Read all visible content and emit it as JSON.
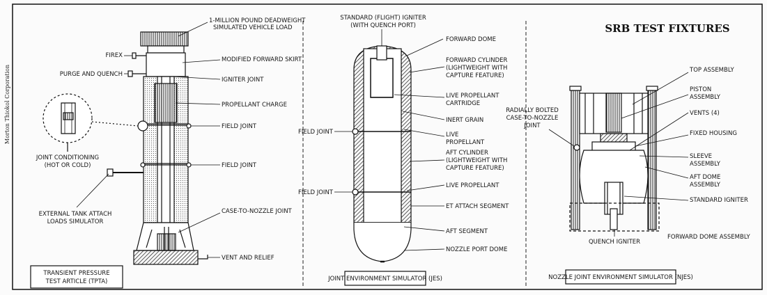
{
  "title": "SRB TEST FIXTURES",
  "side_credit": "Morton Thiokol Corporation",
  "tpta": {
    "caption_line1": "TRANSIENT PRESSURE",
    "caption_line2": "TEST ARTICLE (TPTA)",
    "labels": {
      "deadweight_1": "1-MILLION POUND DEADWEIGHT",
      "deadweight_2": "SIMULATED VEHICLE LOAD",
      "firex": "FIREX",
      "modified_skirt": "MODIFIED FORWARD SKIRT",
      "purge_quench": "PURGE AND QUENCH",
      "igniter_joint": "IGNITER JOINT",
      "propellant_charge": "PROPELLANT CHARGE",
      "field_joint_1": "FIELD JOINT",
      "field_joint_2": "FIELD JOINT",
      "joint_conditioning_1": "JOINT CONDITIONING",
      "joint_conditioning_2": "(HOT OR COLD)",
      "et_attach_1": "EXTERNAL TANK ATTACH",
      "et_attach_2": "LOADS SIMULATOR",
      "case_to_nozzle": "CASE-TO-NOZZLE JOINT",
      "vent_relief": "VENT AND RELIEF"
    }
  },
  "jes": {
    "caption": "JOINT ENVIRONMENT SIMULATOR (JES)",
    "labels": {
      "igniter_1": "STANDARD (FLIGHT) IGNITER",
      "igniter_2": "(WITH QUENCH PORT)",
      "forward_dome": "FORWARD DOME",
      "forward_cyl_1": "FORWARD CYLINDER",
      "forward_cyl_2": "(LIGHTWEIGHT WITH",
      "forward_cyl_3": "CAPTURE FEATURE)",
      "live_cartridge_1": "LIVE PROPELLANT",
      "live_cartridge_2": "CARTRIDGE",
      "inert_grain": "INERT GRAIN",
      "live_prop_1": "LIVE",
      "live_prop_2": "PROPELLANT",
      "aft_cyl_1": "AFT CYLINDER",
      "aft_cyl_2": "(LIGHTWEIGHT WITH",
      "aft_cyl_3": "CAPTURE FEATURE)",
      "live_prop_b": "LIVE PROPELLANT",
      "et_attach_segment": "ET ATTACH SEGMENT",
      "aft_segment": "AFT SEGMENT",
      "nozzle_port_dome": "NOZZLE PORT DOME",
      "field_joint_1": "FIELD JOINT",
      "field_joint_2": "FIELD JOINT"
    }
  },
  "njes": {
    "caption": "NOZZLE JOINT ENVIRONMENT SIMULATOR (NJES)",
    "labels": {
      "radially_1": "RADIALLY BOLTED",
      "radially_2": "CASE-TO-NOZZLE",
      "radially_3": "JOINT",
      "top_assembly": "TOP ASSEMBLY",
      "piston_1": "PISTON",
      "piston_2": "ASSEMBLY",
      "vents": "VENTS (4)",
      "fixed_housing": "FIXED HOUSING",
      "sleeve_1": "SLEEVE",
      "sleeve_2": "ASSEMBLY",
      "aft_dome_1": "AFT DOME",
      "aft_dome_2": "ASSEMBLY",
      "standard_igniter": "STANDARD IGNITER",
      "forward_dome_assembly": "FORWARD DOME ASSEMBLY",
      "quench_igniter": "QUENCH IGNITER"
    }
  }
}
